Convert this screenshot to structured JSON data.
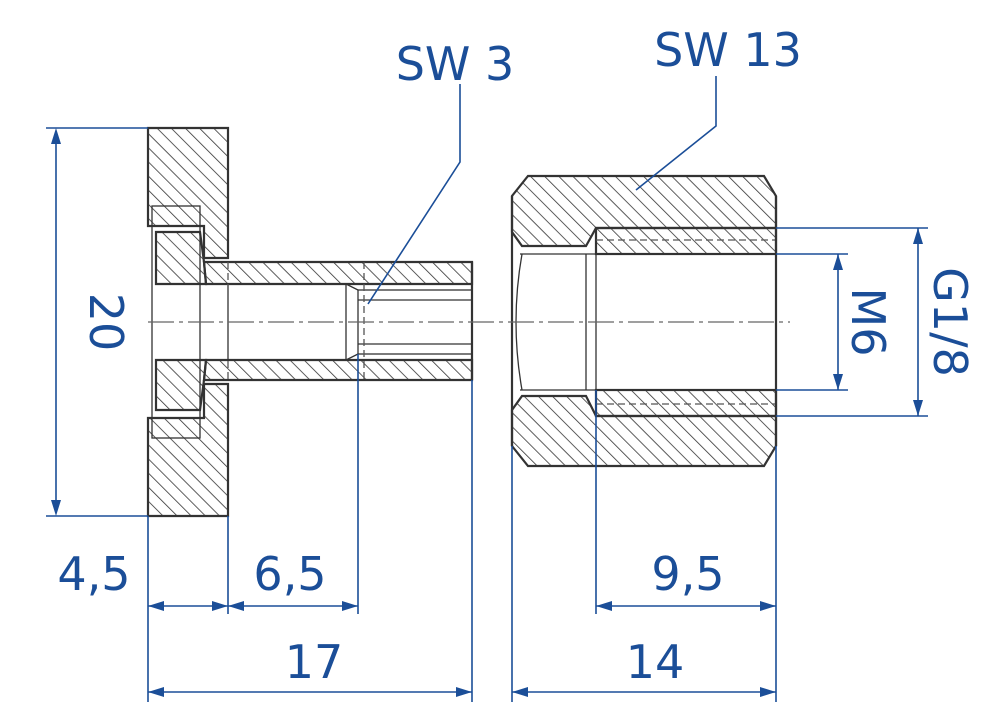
{
  "labels": {
    "sw3": "SW 3",
    "sw13": "SW 13",
    "m6": "M6",
    "g18": "G1/8",
    "d20": "20",
    "d45": "4,5",
    "d65": "6,5",
    "d95": "9,5",
    "d17": "17",
    "d14": "14"
  },
  "colors": {
    "dimension": "#1b4e98",
    "outline": "#333333"
  }
}
